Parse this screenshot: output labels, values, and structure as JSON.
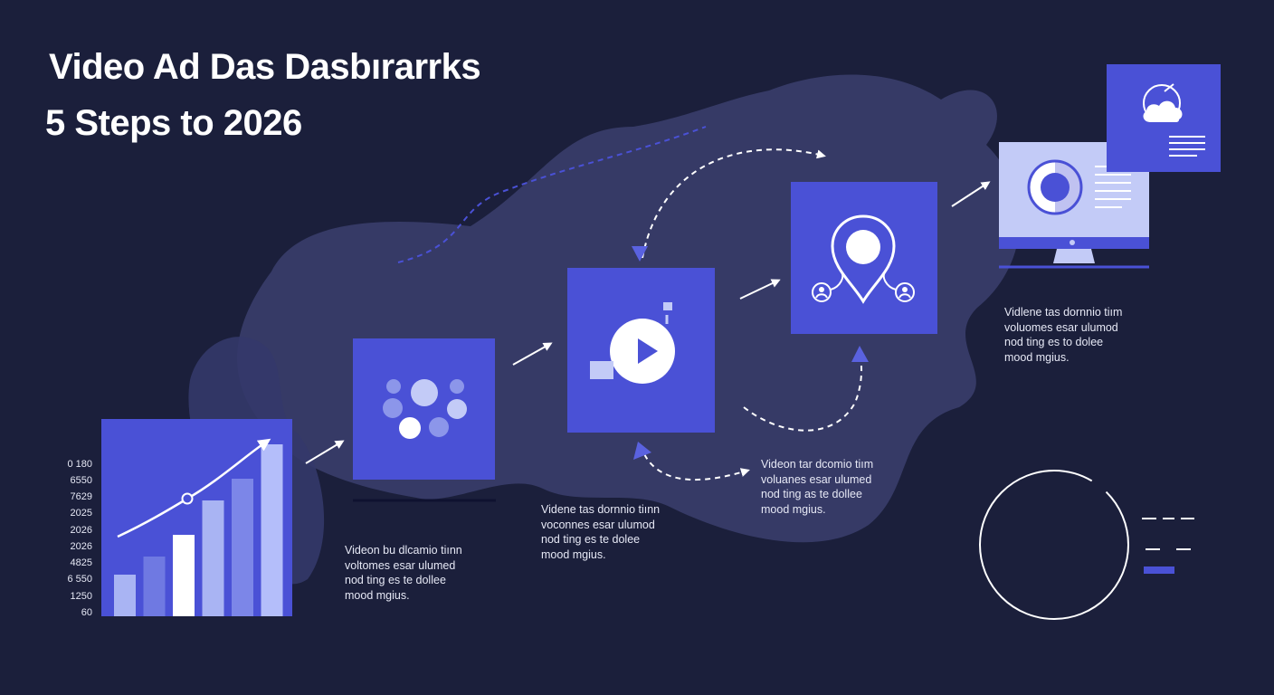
{
  "header": {
    "title": "Video Ad Das Dasbırarrks",
    "subtitle": "5 Steps to 2026"
  },
  "colors": {
    "background": "#1b1f3b",
    "blob": "#3b3f6e",
    "card": "#4a51d6",
    "accent_light": "#aab6f5",
    "line": "#ffffff"
  },
  "chart_data": {
    "type": "bar",
    "y_tick_labels": [
      "0 180",
      "6550",
      "7629",
      "2025",
      "2026",
      "2026",
      "4825",
      "6 550",
      "1250",
      "60"
    ],
    "values": [
      0.23,
      0.33,
      0.45,
      0.64,
      0.76,
      0.95
    ],
    "trend": "upward arrow"
  },
  "steps": [
    {
      "icon": "dots-cluster-icon",
      "description": [
        "Videon bu dlcamio tiınn",
        "voltomes esar ulumed",
        "nod ting es te dollee",
        "mood mgius."
      ]
    },
    {
      "icon": "play-icon",
      "description": [
        "Videne tas dornnio tiınn",
        "voconnes esar ulumod",
        "nod ting es te dolee",
        "mood mgius."
      ]
    },
    {
      "icon": "location-pin-icon",
      "description": [
        "Videon tar dcomio tiım",
        "voluanes esar ulumed",
        "nod ting as te dollee",
        "mood mgius."
      ]
    },
    {
      "icon": "monitor-icon",
      "description": [
        "Vidlene tas dornnio tiım",
        "voluomes esar ulumod",
        "nod ting es to dolee",
        "mood mgius."
      ]
    }
  ]
}
